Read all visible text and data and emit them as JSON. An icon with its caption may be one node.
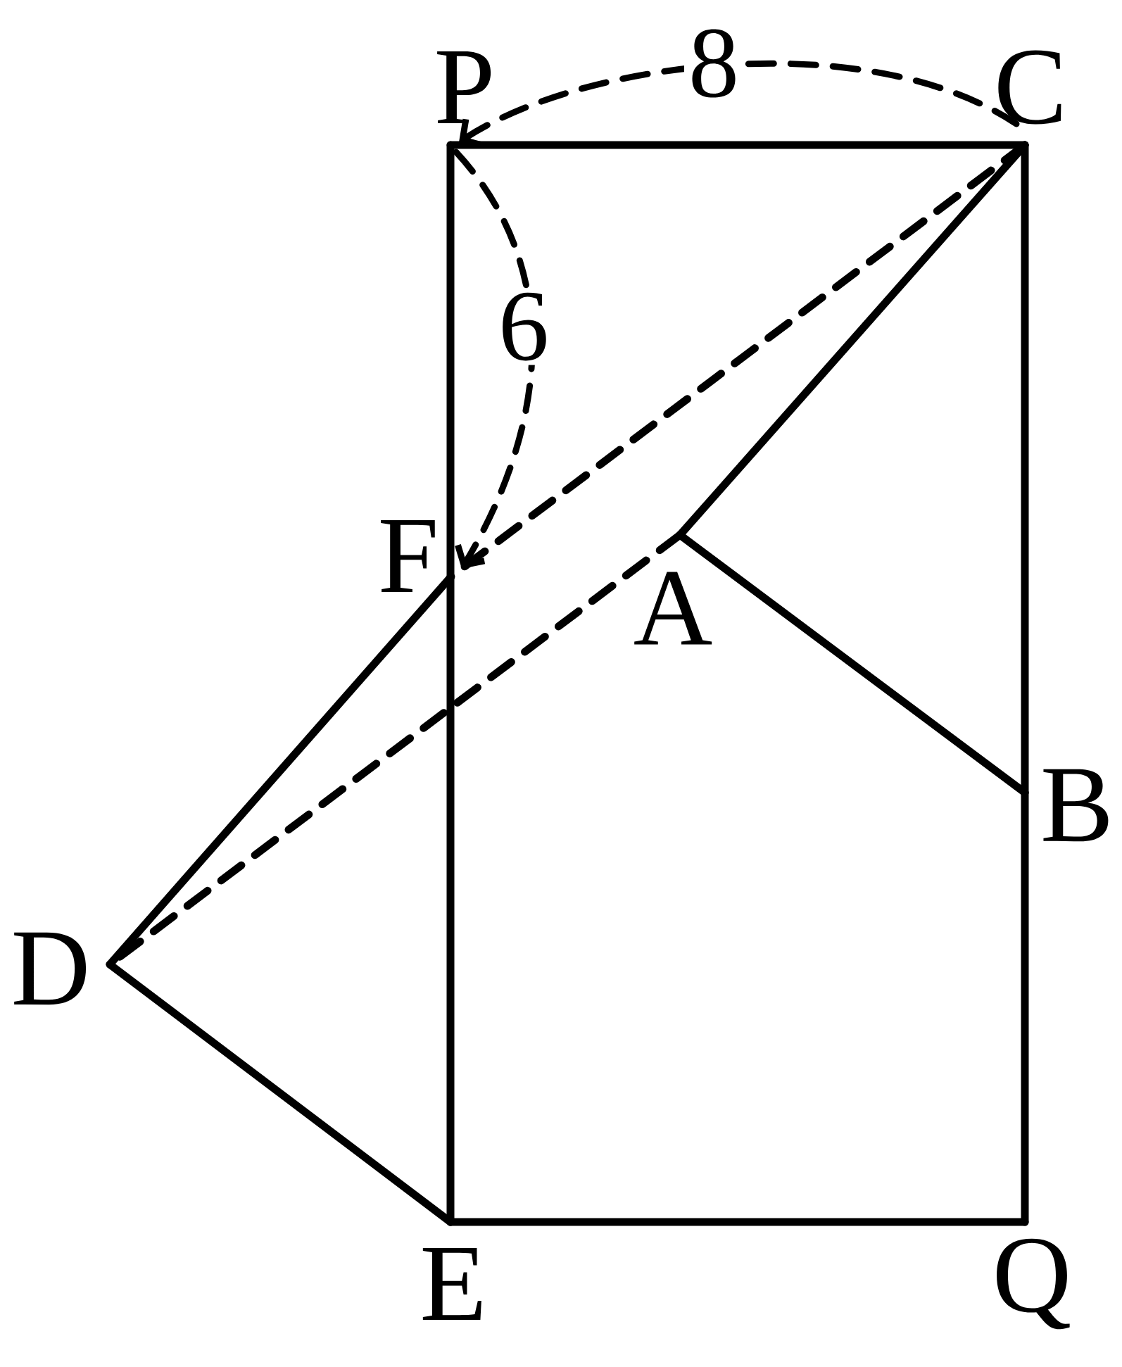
{
  "diagram": {
    "nodes": [
      {
        "text": [
          "P"
        ]
      },
      {
        "text": [
          "C"
        ]
      },
      {
        "text": [
          "F"
        ]
      },
      {
        "text": [
          "A"
        ]
      },
      {
        "text": [
          "B"
        ]
      },
      {
        "text": [
          "D"
        ]
      },
      {
        "text": [
          "E"
        ]
      },
      {
        "text": [
          "Q"
        ]
      }
    ],
    "edges": [
      {
        "from": 0,
        "to": 1,
        "arrow": "none"
      },
      {
        "from": 0,
        "to": 2,
        "arrow": "none"
      },
      {
        "from": 2,
        "to": 6,
        "arrow": "none"
      },
      {
        "from": 1,
        "to": 4,
        "arrow": "none"
      },
      {
        "from": 4,
        "to": 7,
        "arrow": "none"
      },
      {
        "from": 6,
        "to": 7,
        "arrow": "none"
      },
      {
        "from": 1,
        "to": 3,
        "arrow": "none"
      },
      {
        "from": 3,
        "to": 4,
        "arrow": "none"
      },
      {
        "from": 2,
        "to": 5,
        "arrow": "none"
      },
      {
        "from": 5,
        "to": 6,
        "arrow": "none"
      },
      {
        "from": 1,
        "to": 2,
        "arrow": "none",
        "style": "dashed"
      },
      {
        "from": 3,
        "to": 5,
        "arrow": "none",
        "style": "dashed"
      },
      {
        "from": 1,
        "to": 0,
        "arrow": "to",
        "style": "dashed",
        "label": "8"
      },
      {
        "from": 0,
        "to": 2,
        "arrow": "to",
        "style": "dashed",
        "label": "6"
      }
    ]
  }
}
